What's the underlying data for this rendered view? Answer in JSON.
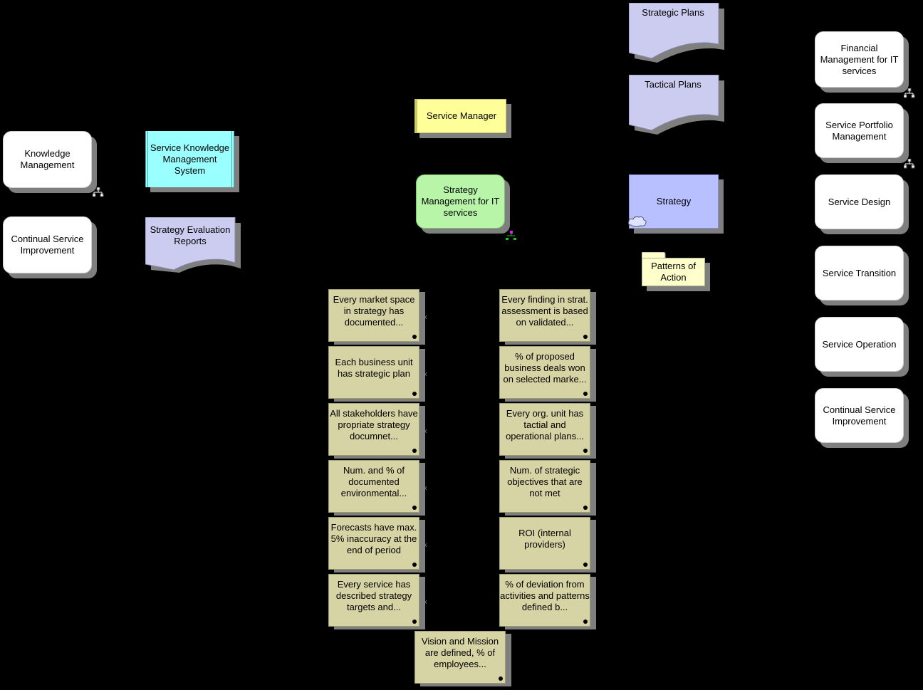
{
  "processes_left": {
    "knowledge_management": "Knowledge Management",
    "continual_service_improvement": "Continual Service Improvement"
  },
  "skms": "Service Knowledge Management System",
  "strategy_evaluation_reports": "Strategy Evaluation Reports",
  "service_manager": "Service Manager",
  "strategy_management": "Strategy Management for IT services",
  "strategic_plans": "Strategic Plans",
  "tactical_plans": "Tactical Plans",
  "strategy": "Strategy",
  "patterns_of_action": "Patterns of Action",
  "processes_right": [
    "Financial Management for IT services",
    "Service Portfolio Management",
    "Service Design",
    "Service Transition",
    "Service Operation",
    "Continual Service Improvement"
  ],
  "kpis_left": [
    "Every market space in strategy has documented...",
    "Each business unit has strategic plan",
    "All stakeholders have propriate strategy documnet...",
    "Num. and % of documented environmental...",
    "Forecasts have max. 5% inaccuracy at the end of period",
    "Every service has described strategy targets and..."
  ],
  "kpis_right": [
    "Every finding in strat. assessment is based on validated...",
    "% of proposed business deals won on selected marke...",
    "Every org. unit has tactial and operational plans...",
    "Num. of strategic objectives that are not met",
    "ROI (internal providers)",
    "% of deviation from activities and patterns defined b..."
  ],
  "kpi_bottom": "Vision and Mission are defined, % of employees...",
  "colors": {
    "background": "#000000",
    "process": "#ffffff",
    "skms": "#99ffff",
    "document": "#ccccf0",
    "role": "#ffff99",
    "strategy_mgmt": "#b8f5a8",
    "strategy": "#b8c0ff",
    "kpi": "#d6d3a4",
    "shadow": "#7f7f7f"
  },
  "icons": [
    "hierarchy-icon",
    "cloud-icon",
    "folder-icon",
    "green-hierarchy-icon"
  ]
}
